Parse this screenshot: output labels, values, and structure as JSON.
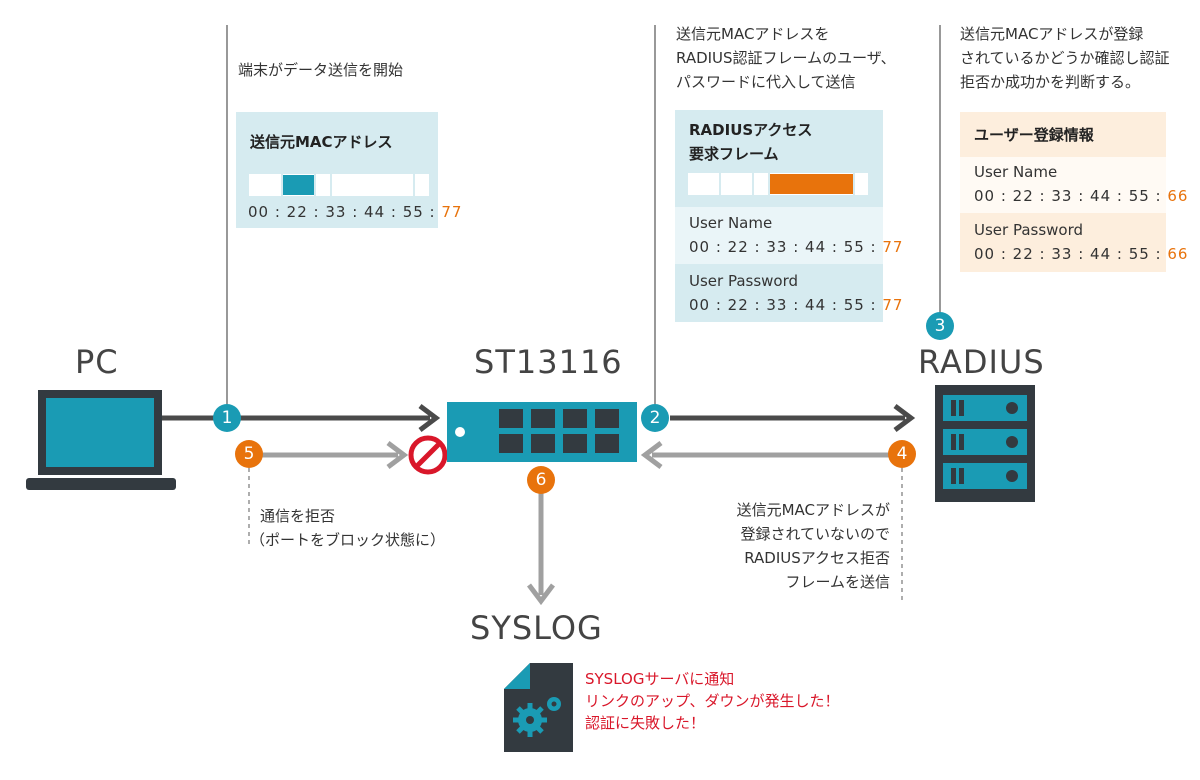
{
  "nodes": {
    "pc": "PC",
    "switch": "ST13116",
    "radius": "RADIUS",
    "syslog": "SYSLOG"
  },
  "steps": [
    "1",
    "2",
    "3",
    "4",
    "5",
    "6"
  ],
  "notes": {
    "step1": "端末がデータ送信を開始",
    "step2_line1": "送信元MACアドレスを",
    "step2_line2": "RADIUS認証フレームのユーザ、",
    "step2_line3": "パスワードに代入して送信",
    "step3_line1": "送信元MACアドレスが登録",
    "step3_line2": "されているかどうか確認し認証",
    "step3_line3": "拒否か成功かを判断する。",
    "step4_line1": "送信元MACアドレスが",
    "step4_line2": "登録されていないので",
    "step4_line3": "RADIUSアクセス拒否",
    "step4_line4": "フレームを送信",
    "step5_line1": "通信を拒否",
    "step5_line2": "（ポートをブロック状態に）",
    "step6_line1": "SYSLOGサーバに通知",
    "step6_line2": "リンクのアップ、ダウンが発生した！",
    "step6_line3": "認証に失敗した！"
  },
  "mac_box": {
    "title": "送信元MACアドレス",
    "mac_prefix": "00 : 22 : 33 : 44 : 55 : ",
    "mac_suffix": "77"
  },
  "radius_request": {
    "title_line1": "RADIUSアクセス",
    "title_line2": "要求フレーム",
    "user_name_label": "User Name",
    "user_name_prefix": "00 : 22 : 33 : 44 : 55 : ",
    "user_name_suffix": "77",
    "user_password_label": "User Password",
    "user_password_prefix": "00 : 22 : 33 : 44 : 55 : ",
    "user_password_suffix": "77"
  },
  "user_registry": {
    "title": "ユーザー登録情報",
    "user_name_label": "User Name",
    "user_name_prefix": "00 : 22 : 33 : 44 : 55 : ",
    "user_name_suffix": "66",
    "user_password_label": "User Password",
    "user_password_prefix": "00 : 22 : 33 : 44 : 55 : ",
    "user_password_suffix": "66"
  },
  "colors": {
    "teal": "#1a9bb4",
    "orange": "#e8730c",
    "red": "#d9172a",
    "dark": "#333a40",
    "arrow_dark": "#4a4a4a",
    "arrow_gray": "#a0a0a0",
    "light_teal_box": "#d6ebf0",
    "light_orange_box": "#fdeedd"
  }
}
